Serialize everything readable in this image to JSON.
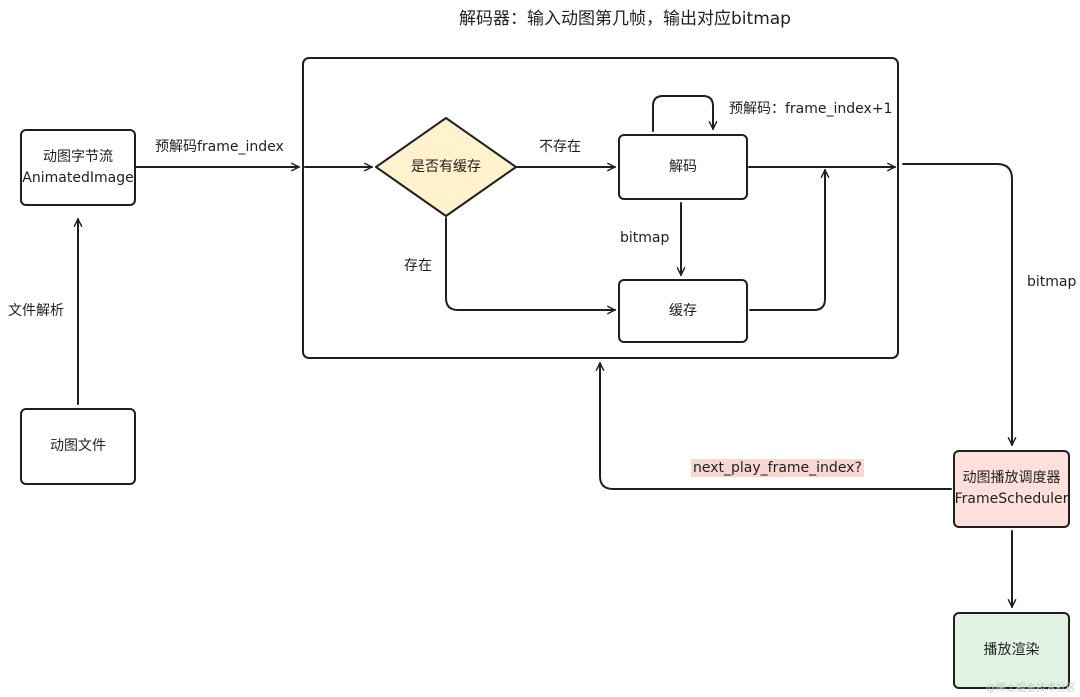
{
  "title": "解码器：输入动图第几帧，输出对应bitmap",
  "nodes": {
    "source_stream": {
      "line1": "动图字节流",
      "line2": "AnimatedImage"
    },
    "animated_file": {
      "label": "动图文件"
    },
    "cache_check": {
      "label": "是否有缓存",
      "fill": "#fff2cc"
    },
    "decode": {
      "label": "解码"
    },
    "cache": {
      "label": "缓存"
    },
    "scheduler": {
      "line1": "动图播放调度器",
      "line2": "FrameScheduler",
      "fill": "#fde0dc"
    },
    "render": {
      "label": "播放渲染",
      "fill": "#e1f4e3"
    }
  },
  "edges": {
    "file_parse": "文件解析",
    "predecode_index": "预解码frame_index",
    "not_exists": "不存在",
    "exists": "存在",
    "decode_bitmap": "bitmap",
    "predecode_next": "预解码：frame_index+1",
    "output_bitmap": "bitmap",
    "next_index": "next_play_frame_index?",
    "next_index_fill": "#f8d7d3"
  },
  "watermark": "@稀土掘金技术社区",
  "colors": {
    "stroke": "#1f1f1f"
  }
}
